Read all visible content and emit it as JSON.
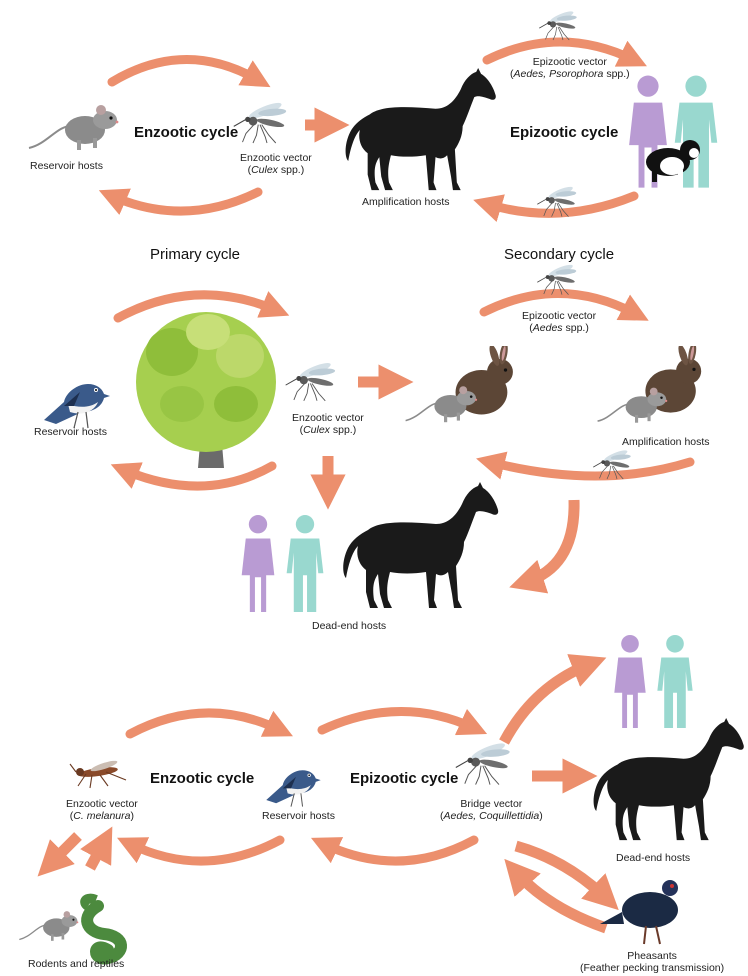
{
  "colors": {
    "arrow": "#ec8f6d",
    "human_female": "#b99bd3",
    "human_male": "#99d8cf",
    "horse": "#1a1a1a",
    "tree_leaf": "#a6cf4f",
    "bird_blue": "#3a5a8a",
    "mosquito": "#777777",
    "rodent": "#8b8b8b",
    "rabbit": "#5c4636",
    "snake": "#4c8a3e"
  },
  "panel1": {
    "enzootic_title": "Enzootic cycle",
    "epizootic_title": "Epizootic cycle",
    "reservoir_hosts": "Reservoir hosts",
    "enzootic_vector": "Enzootic vector",
    "enzootic_vector_species_open": "(",
    "enzootic_vector_species": "Culex",
    "enzootic_vector_species_close": " spp.)",
    "amplification_hosts": "Amplification hosts",
    "epizootic_vector": "Epizootic vector",
    "epizootic_vector_species_open": "(",
    "epizootic_vector_species": "Aedes, Psorophora",
    "epizootic_vector_species_close": " spp.)"
  },
  "panel2": {
    "primary_cycle": "Primary cycle",
    "secondary_cycle": "Secondary cycle",
    "reservoir_hosts": "Reservoir hosts",
    "enzootic_vector": "Enzootic vector",
    "enzootic_vector_species_open": "(",
    "enzootic_vector_species": "Culex",
    "enzootic_vector_species_close": " spp.)",
    "epizootic_vector": "Epizootic vector",
    "epizootic_vector_species_open": "(",
    "epizootic_vector_species": "Aedes",
    "epizootic_vector_species_close": " spp.)",
    "amplification_hosts": "Amplification hosts",
    "dead_end_hosts": "Dead-end hosts"
  },
  "panel3": {
    "enzootic_title": "Enzootic cycle",
    "epizootic_title": "Epizootic cycle",
    "enzootic_vector": "Enzootic vector",
    "enzootic_vector_species_open": "(",
    "enzootic_vector_species": "C. melanura",
    "enzootic_vector_species_close": ")",
    "reservoir_hosts": "Reservoir hosts",
    "bridge_vector": "Bridge vector",
    "bridge_vector_species_open": "(",
    "bridge_vector_species": "Aedes, Coquillettidia",
    "bridge_vector_species_close": ")",
    "dead_end_hosts": "Dead-end hosts",
    "rodents_reptiles": "Rodents and reptiles",
    "pheasants": "Pheasants",
    "pheasants_note": "(Feather pecking transmission)"
  }
}
